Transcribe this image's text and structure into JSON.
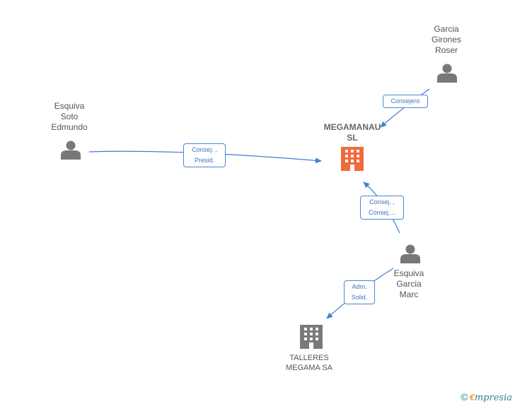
{
  "colors": {
    "edge": "#3f7fd6",
    "person_icon": "#787878",
    "company_main": "#f06a3a",
    "company_other": "#7a7a7a"
  },
  "nodes": {
    "garcia_girones": {
      "lines": [
        "Garcia",
        "Girones",
        "Roser"
      ],
      "icon": "person-icon"
    },
    "esquiva_soto": {
      "lines": [
        "Esquiva",
        "Soto",
        "Edmundo"
      ],
      "icon": "person-icon"
    },
    "esquiva_garcia": {
      "lines": [
        "Esquiva",
        "Garcia",
        "Marc"
      ],
      "icon": "person-icon"
    },
    "megamanau": {
      "lines": [
        "MEGAMANAU",
        "SL"
      ],
      "icon": "building-icon"
    },
    "talleres": {
      "lines": [
        "TALLERES",
        "MEGAMA SA"
      ],
      "icon": "building-icon"
    }
  },
  "edges": {
    "consejero": {
      "lines": [
        "Consejero"
      ]
    },
    "consej_presid": {
      "lines": [
        "Consej. ,",
        "Presid."
      ]
    },
    "consej_consej": {
      "lines": [
        "Consej. ,",
        "Consej...."
      ]
    },
    "adm_solid": {
      "lines": [
        "Adm.",
        "Solid."
      ]
    }
  },
  "footer": {
    "copyright": "©",
    "brand_e": "€",
    "brand_rest": "mpresia"
  }
}
